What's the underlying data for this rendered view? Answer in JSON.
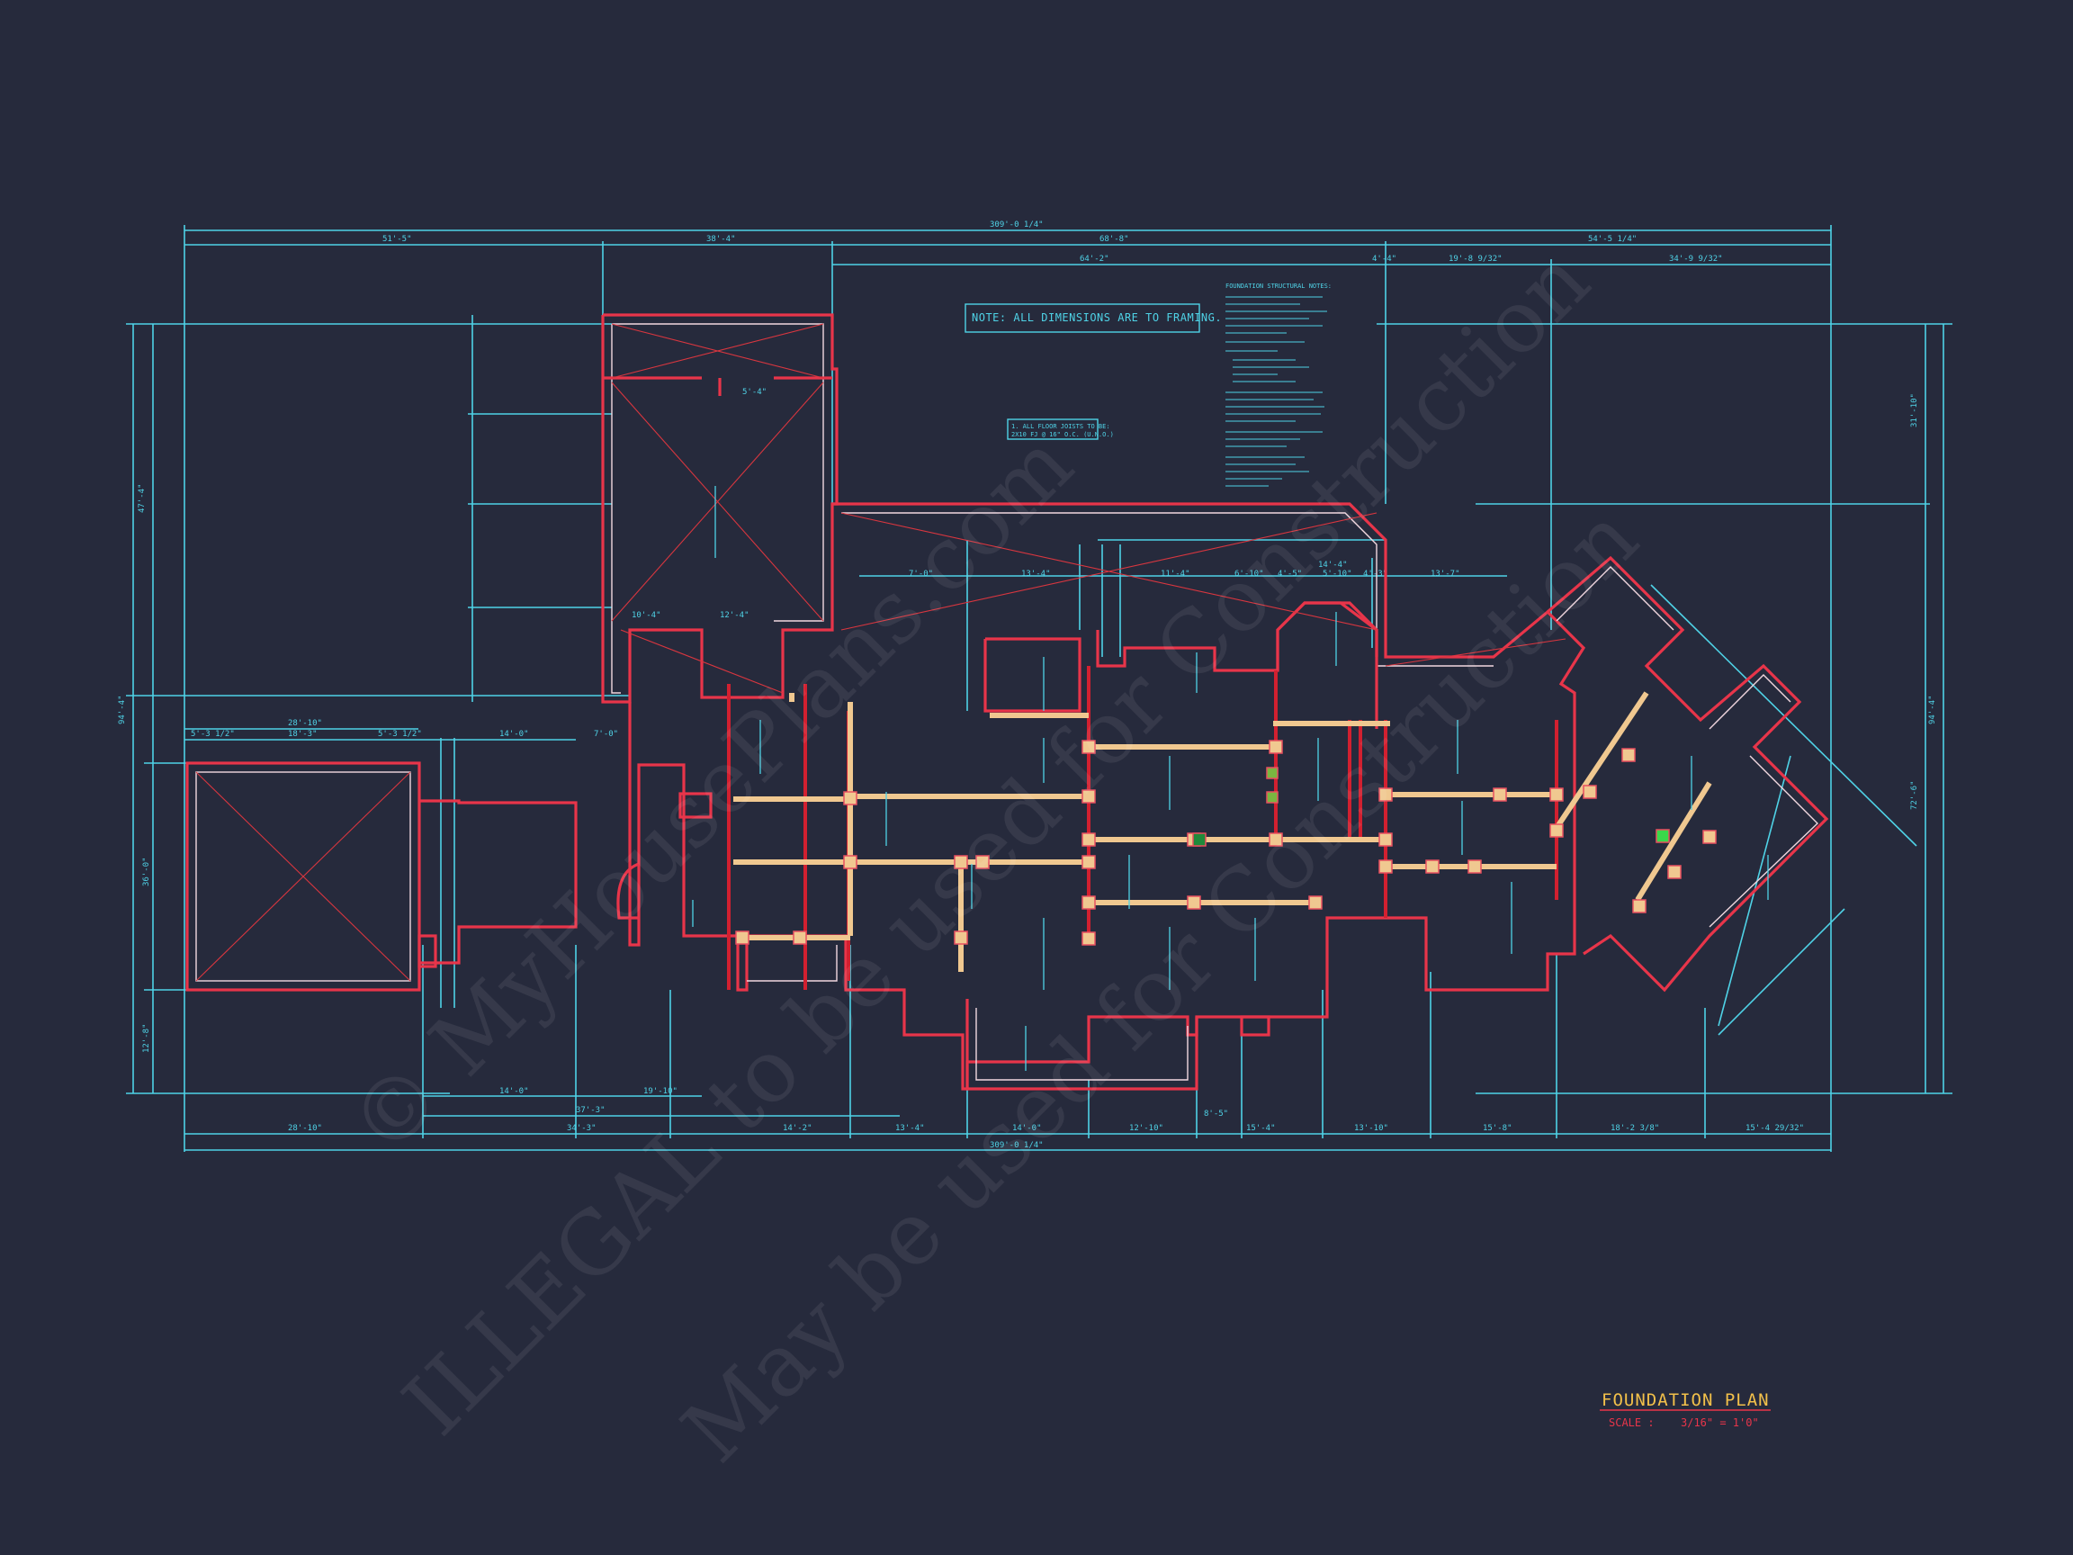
{
  "drawing": {
    "title": "FOUNDATION PLAN",
    "scale_label": "SCALE :",
    "scale_value": "3/16\" = 1'0\"",
    "note": "NOTE:  ALL DIMENSIONS ARE TO FRAMING.",
    "joist_note_1": "1. ALL FLOOR JOISTS TO BE:",
    "joist_note_2": "2X10 FJ @ 16\" O.C. (U.N.O.)",
    "structural_notes_title": "FOUNDATION STRUCTURAL NOTES:"
  },
  "dimensions": {
    "overall_top": "309'-0 1/4\"",
    "overall_bottom": "309'-0 1/4\"",
    "top_segments": [
      "51'-5\"",
      "38'-4\"",
      "68'-8\"",
      "4'-4\"",
      "54'-5 1/4\""
    ],
    "second_row": [
      "64'-2\"",
      "19'-8 9/32\"",
      "34'-9 9/32\""
    ],
    "bottom_segments": [
      "28'-10\"",
      "34'-3\"",
      "14'-2\"",
      "13'-4\"",
      "14'-0\"",
      "12'-10\"",
      "8'-5\"",
      "15'-4\"",
      "13'-10\"",
      "15'-8\"",
      "18'-2 3/8\"",
      "15'-4 29/32\""
    ],
    "bottom_row2": [
      "14'-0\"",
      "37'-3\"",
      "19'-10\""
    ],
    "left_vertical": [
      "47'-4\"",
      "94'-4\"",
      "36'-0\"",
      "12'-8\""
    ],
    "right_vertical": [
      "94'-4\"",
      "31'-10\"",
      "72'-6\""
    ],
    "garage": [
      "28'-10\"",
      "5'-3 1/2\"",
      "18'-3\"",
      "5'-3 1/2\"",
      "14'-0\"",
      "7'-0\""
    ],
    "interior": [
      "7'-0\"",
      "13'-4\"",
      "11'-4\"",
      "14'-4\"",
      "13'-7\"",
      "4'-5\"",
      "5'-10\"",
      "4'-3\"",
      "6'-10\"",
      "10'-4\"",
      "12'-4\"",
      "5'-4\""
    ]
  },
  "watermark": {
    "line1": "© MyHousePlans.com",
    "line2": "ILLEGAL to be used for Construction",
    "line3": "May be used for Construction"
  }
}
